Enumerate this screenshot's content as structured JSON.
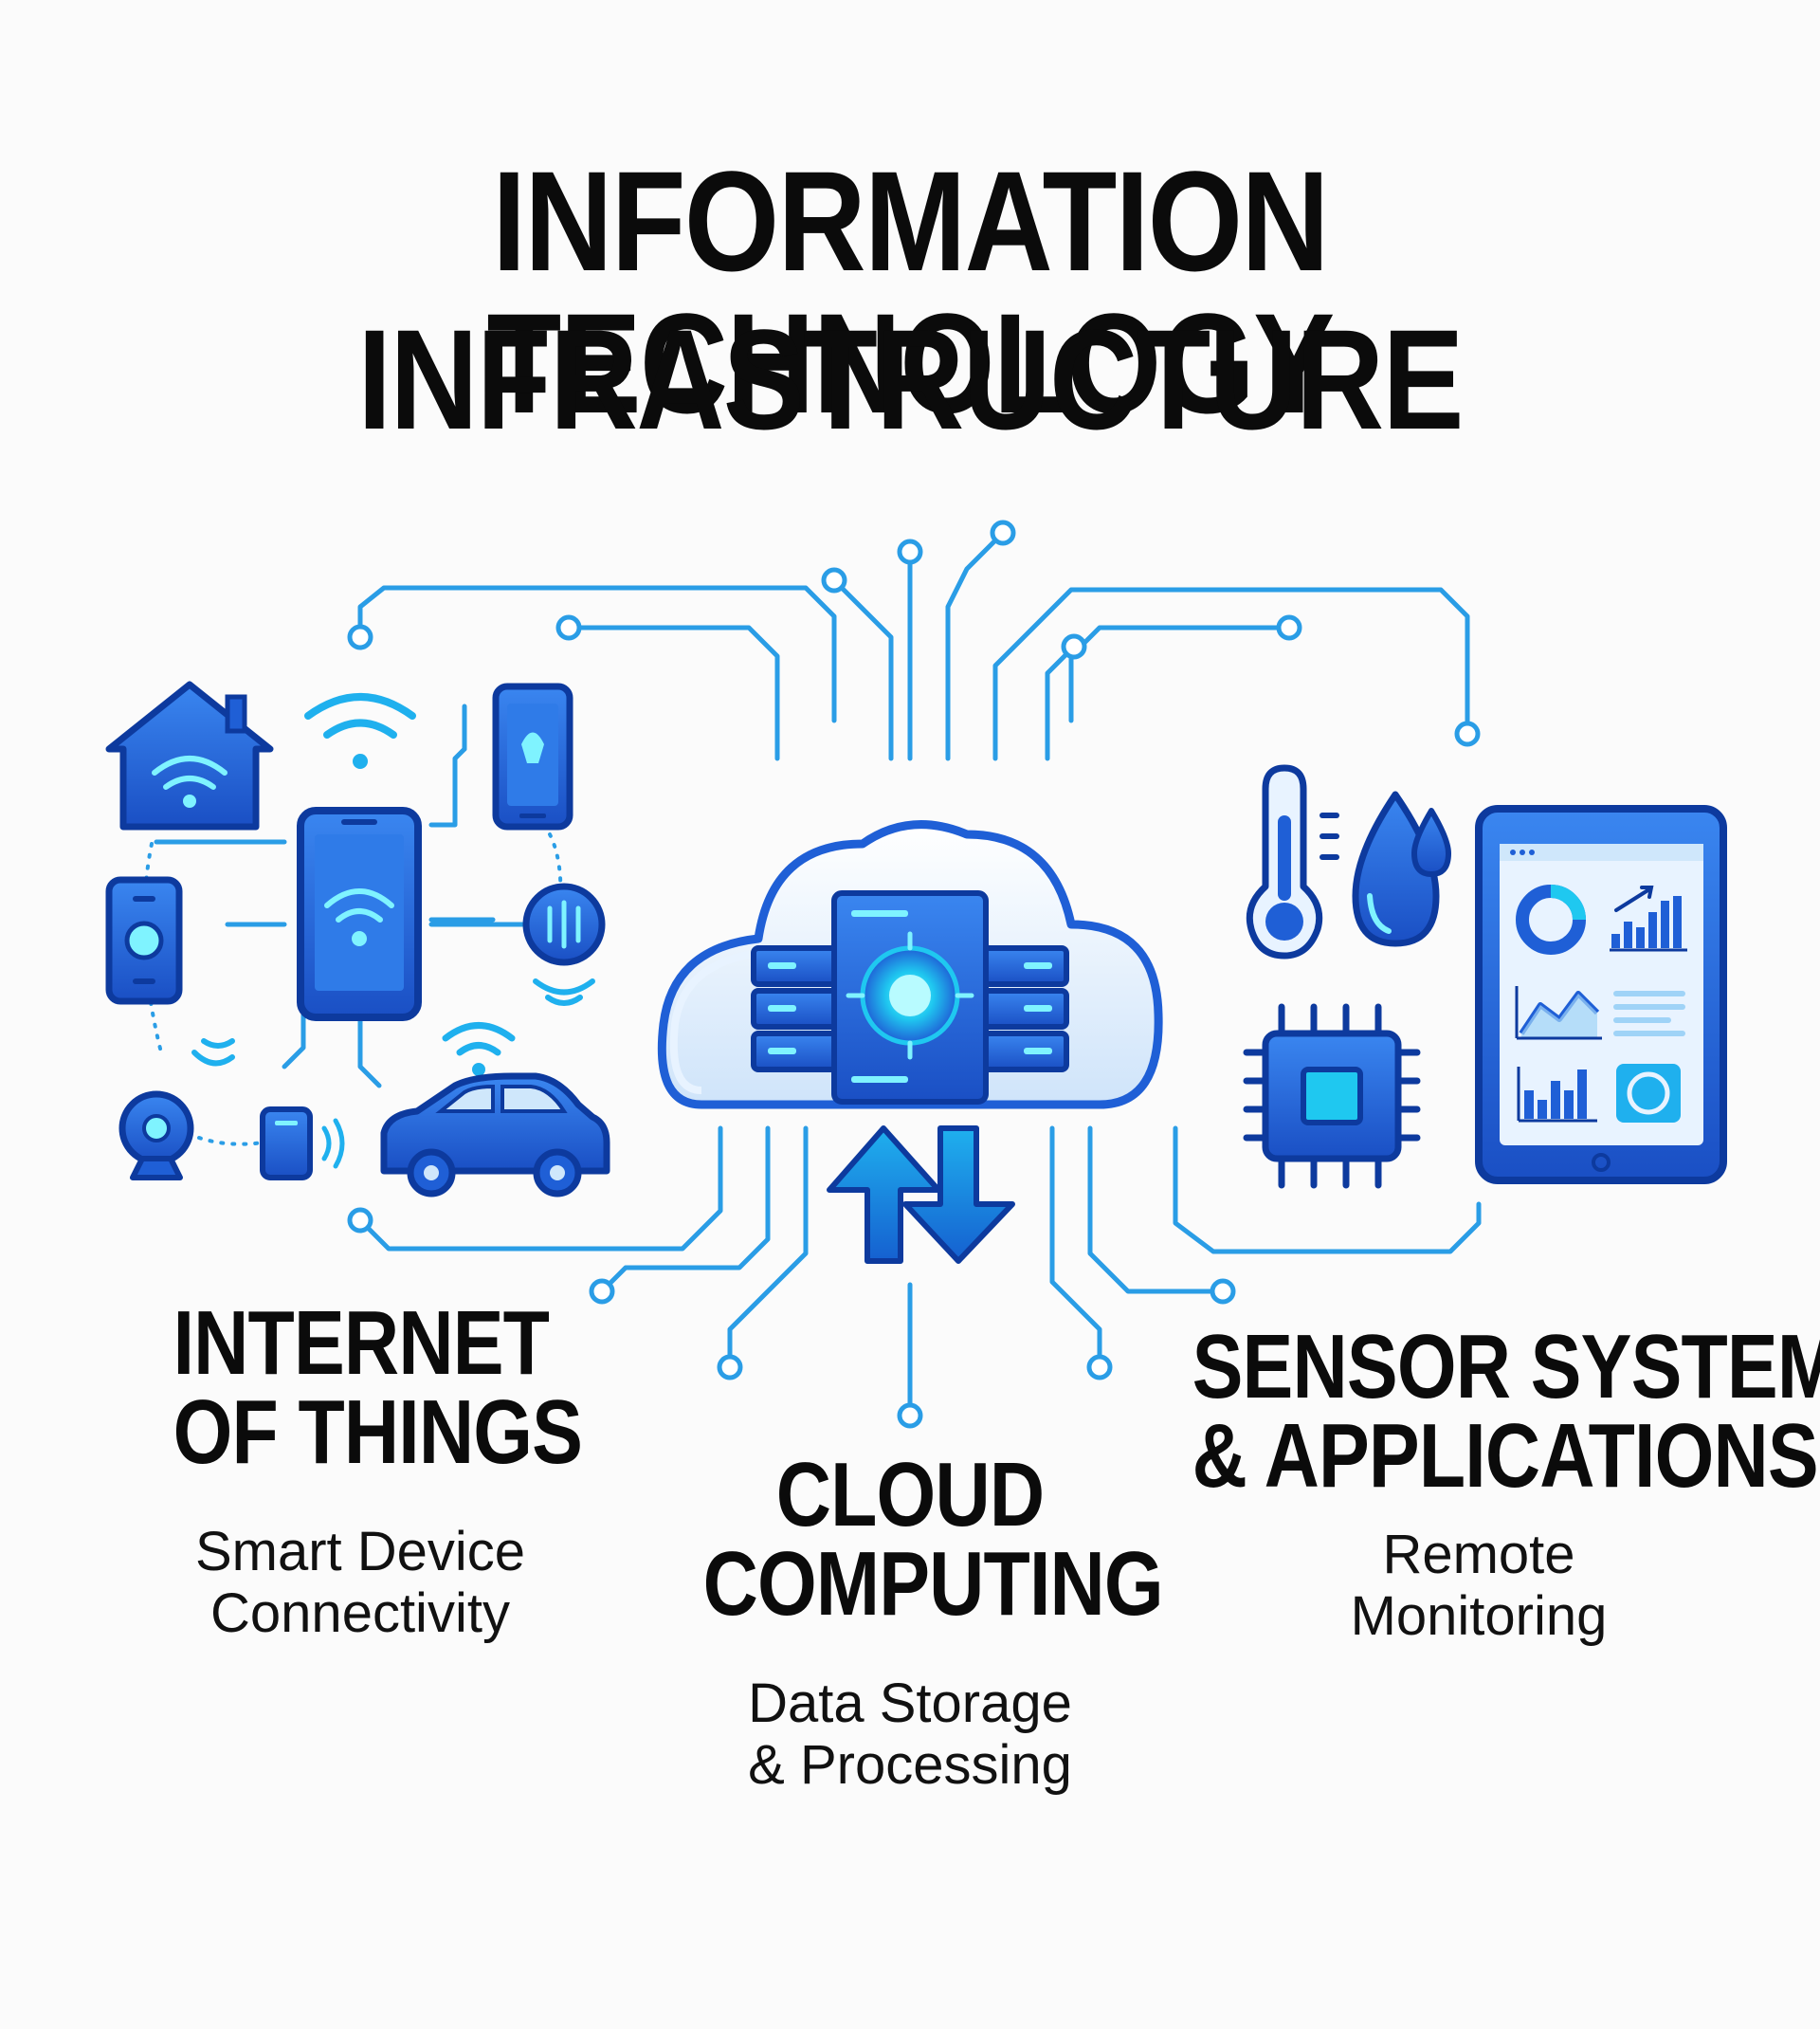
{
  "title": {
    "line1": "INFORMATION TECHNOLOGY",
    "line2": "INFRASTRUCTURE"
  },
  "sections": {
    "iot": {
      "title_lines": [
        "INTERNET",
        "OF THINGS"
      ],
      "subtitle_lines": [
        "Smart Device",
        "Connectivity"
      ],
      "icons": [
        "smart-home-icon",
        "wifi-icon",
        "smartphone-icon",
        "lightbulb-phone-icon",
        "smart-speaker-icon",
        "smart-dial-icon",
        "security-camera-icon",
        "door-sensor-icon",
        "car-icon"
      ]
    },
    "cloud": {
      "title_lines": [
        "CLOUD",
        "COMPUTING"
      ],
      "subtitle_lines": [
        "Data Storage",
        "& Processing"
      ],
      "icons": [
        "cloud-server-icon",
        "upload-arrow-icon",
        "download-arrow-icon"
      ]
    },
    "sensors": {
      "title_lines": [
        "SENSOR SYSTEMS",
        "& APPLICATIONS"
      ],
      "subtitle_lines": [
        "Remote",
        "Monitoring"
      ],
      "icons": [
        "thermometer-icon",
        "water-drop-icon",
        "microchip-icon",
        "tablet-dashboard-icon"
      ]
    }
  },
  "colors": {
    "primary_blue": "#1f5fd6",
    "dark_blue": "#0d3a9e",
    "cyan": "#1fc8f0",
    "light_blue": "#cfe7fb",
    "circuit": "#2a9de6"
  }
}
